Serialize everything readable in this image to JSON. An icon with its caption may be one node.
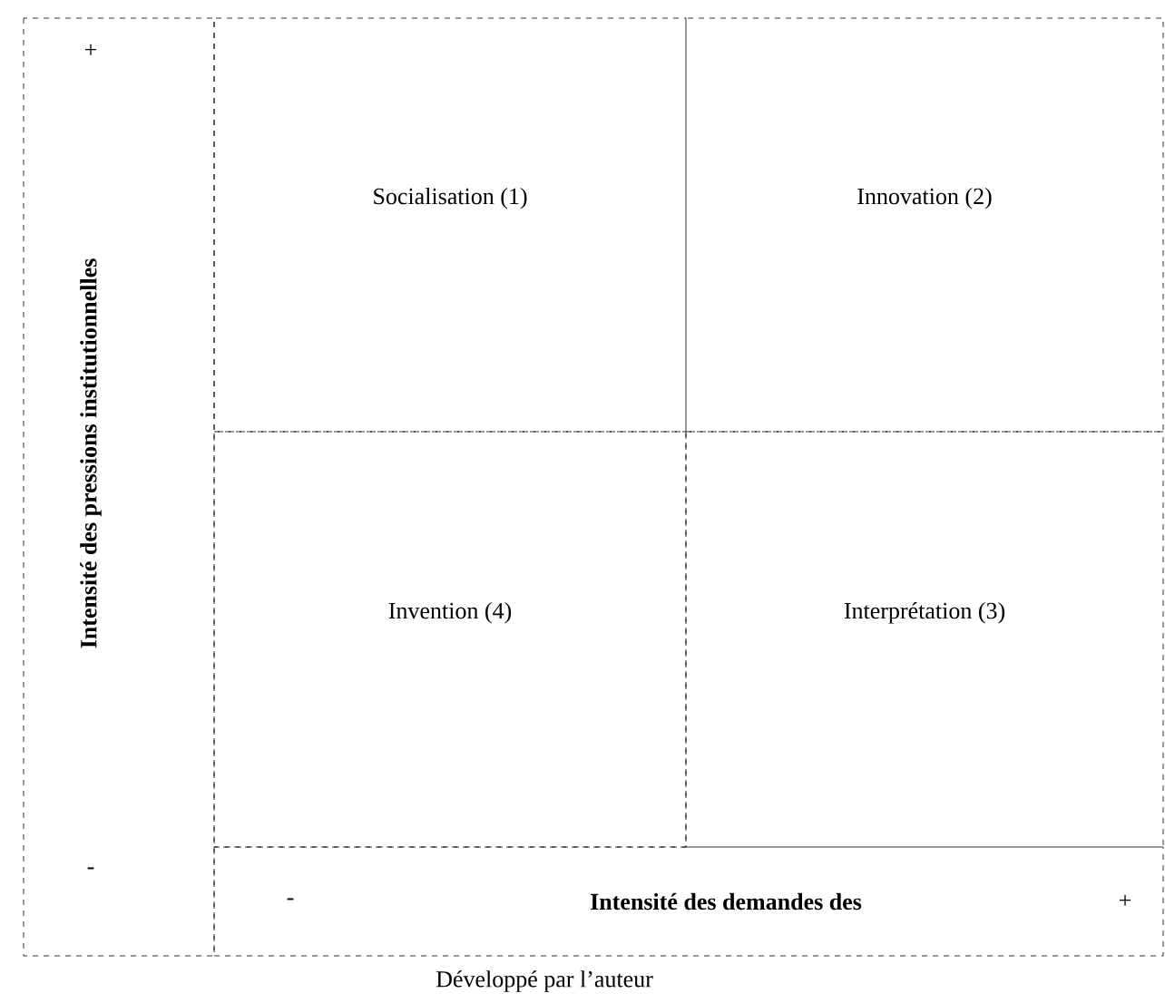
{
  "diagram": {
    "caption": "Développé par l’auteur",
    "nodes": [
      {
        "text": [
          "Socialisation (1)"
        ]
      },
      {
        "text": [
          "Innovation (2)"
        ]
      },
      {
        "text": [
          "Invention (4)"
        ]
      },
      {
        "text": [
          "Interprétation (3)"
        ]
      }
    ],
    "edges": [],
    "labels": [
      "+",
      "Intensité des pressions institutionnelles",
      "-",
      "-",
      "Intensité des demandes des",
      "+"
    ]
  }
}
